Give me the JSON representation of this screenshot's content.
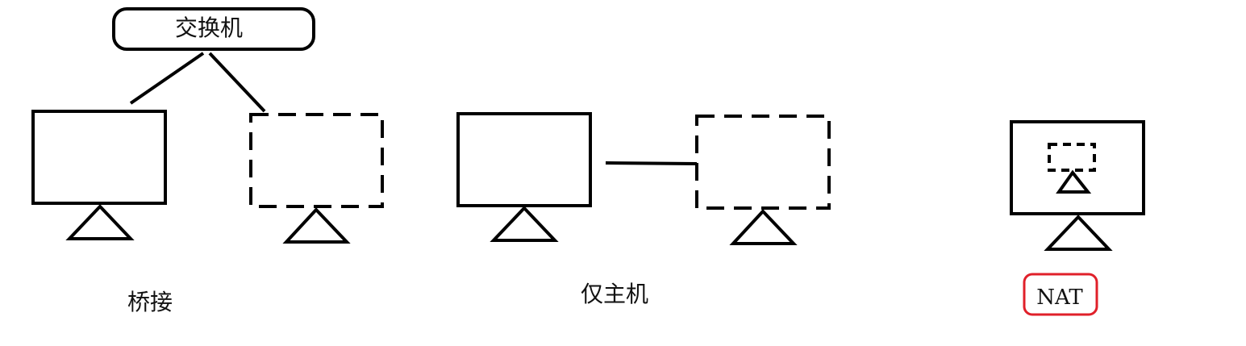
{
  "switch": {
    "label": "交换机"
  },
  "modes": [
    {
      "id": "bridge",
      "label": "桥接"
    },
    {
      "id": "host-only",
      "label": "仅主机"
    },
    {
      "id": "nat",
      "label": "NAT"
    }
  ],
  "colors": {
    "line": "#000000",
    "highlight": "#e0202a"
  }
}
